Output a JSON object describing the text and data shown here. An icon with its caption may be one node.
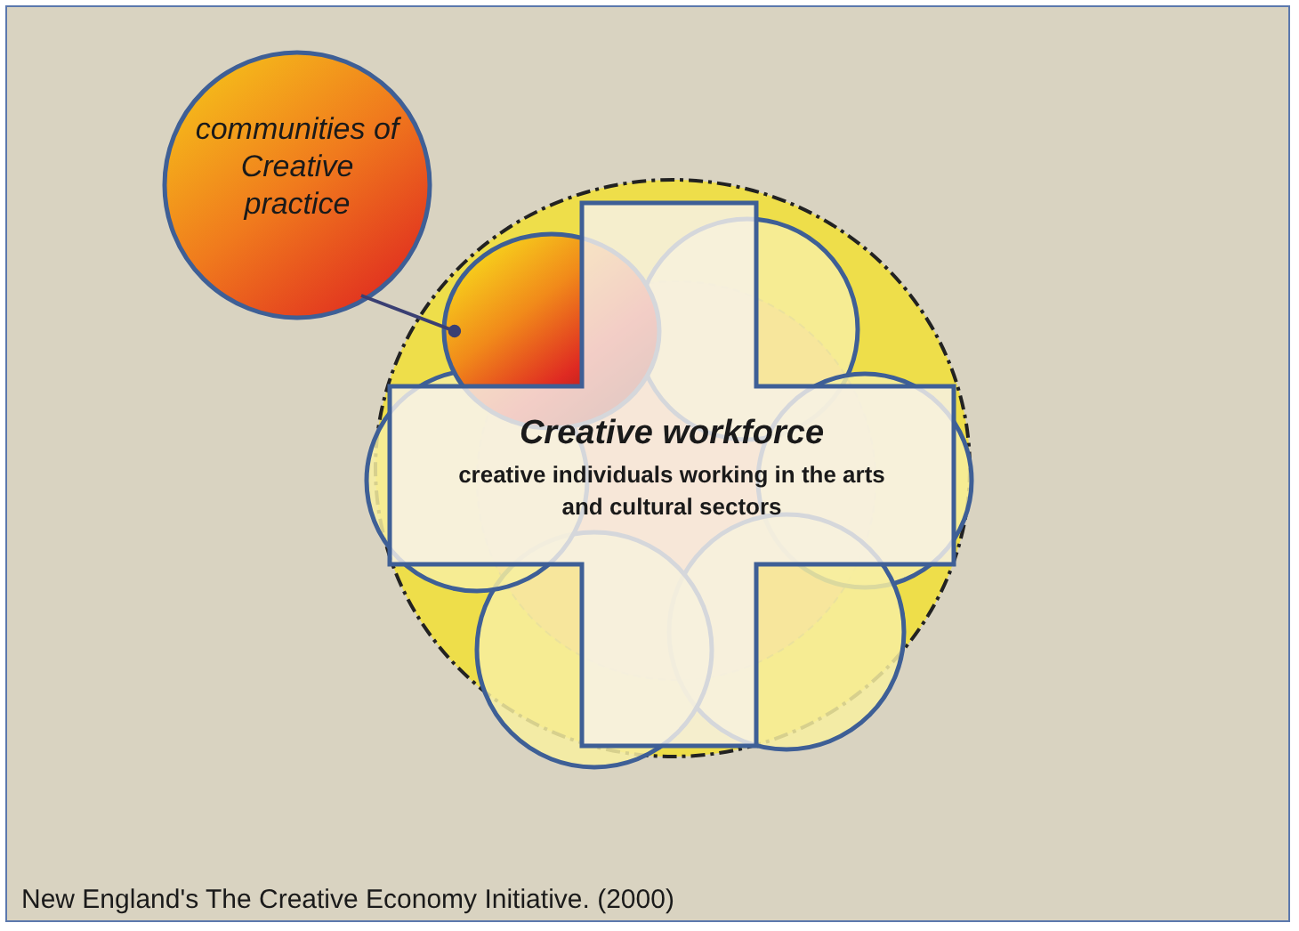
{
  "diagram": {
    "nodes": [
      {
        "text": [
          "communities of Creative practice"
        ]
      },
      {
        "text": [
          "Creative workforce",
          "creative individuals working in the arts and cultural sectors"
        ]
      },
      {
        "text": [],
        "shape": "circle"
      }
    ],
    "edges": [
      {
        "from": 0,
        "to": 2,
        "arrow": "other"
      }
    ],
    "labels": [
      "New England's The Creative Economy Initiative. (2000)"
    ]
  }
}
